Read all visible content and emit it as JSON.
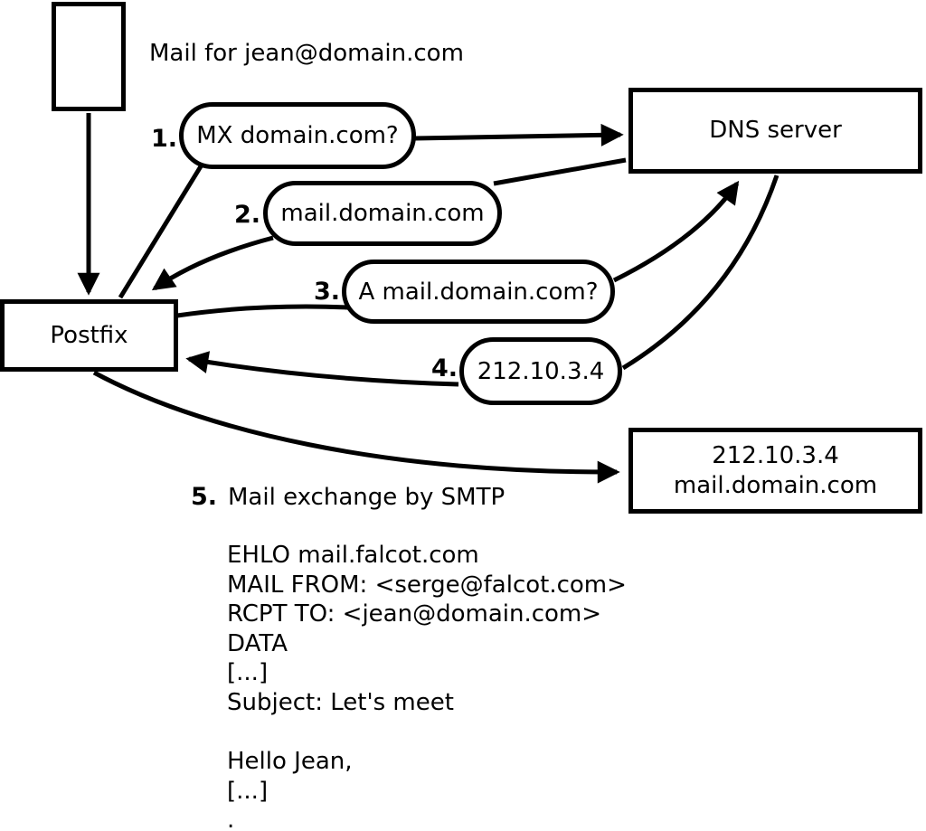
{
  "diagram_title": "Mail for jean@domain.com",
  "nodes": {
    "envelope": {
      "name": "incoming-mail-envelope"
    },
    "postfix": {
      "label": "Postfix"
    },
    "dns_server": {
      "label": "DNS server"
    },
    "mail_server": {
      "line1": "212.10.3.4",
      "line2": "mail.domain.com"
    }
  },
  "steps": [
    {
      "number": "1.",
      "label": "MX domain.com?"
    },
    {
      "number": "2.",
      "label": "mail.domain.com"
    },
    {
      "number": "3.",
      "label": "A mail.domain.com?"
    },
    {
      "number": "4.",
      "label": "212.10.3.4"
    },
    {
      "number": "5.",
      "label": "Mail exchange by SMTP"
    }
  ],
  "smtp_session": {
    "transcript": "EHLO mail.falcot.com\nMAIL FROM: <serge@falcot.com>\nRCPT TO: <jean@domain.com>\nDATA\n[...]\nSubject: Let's meet\n\nHello Jean,\n[...]\n."
  },
  "colors": {
    "stroke": "#000000",
    "background": "#ffffff"
  }
}
